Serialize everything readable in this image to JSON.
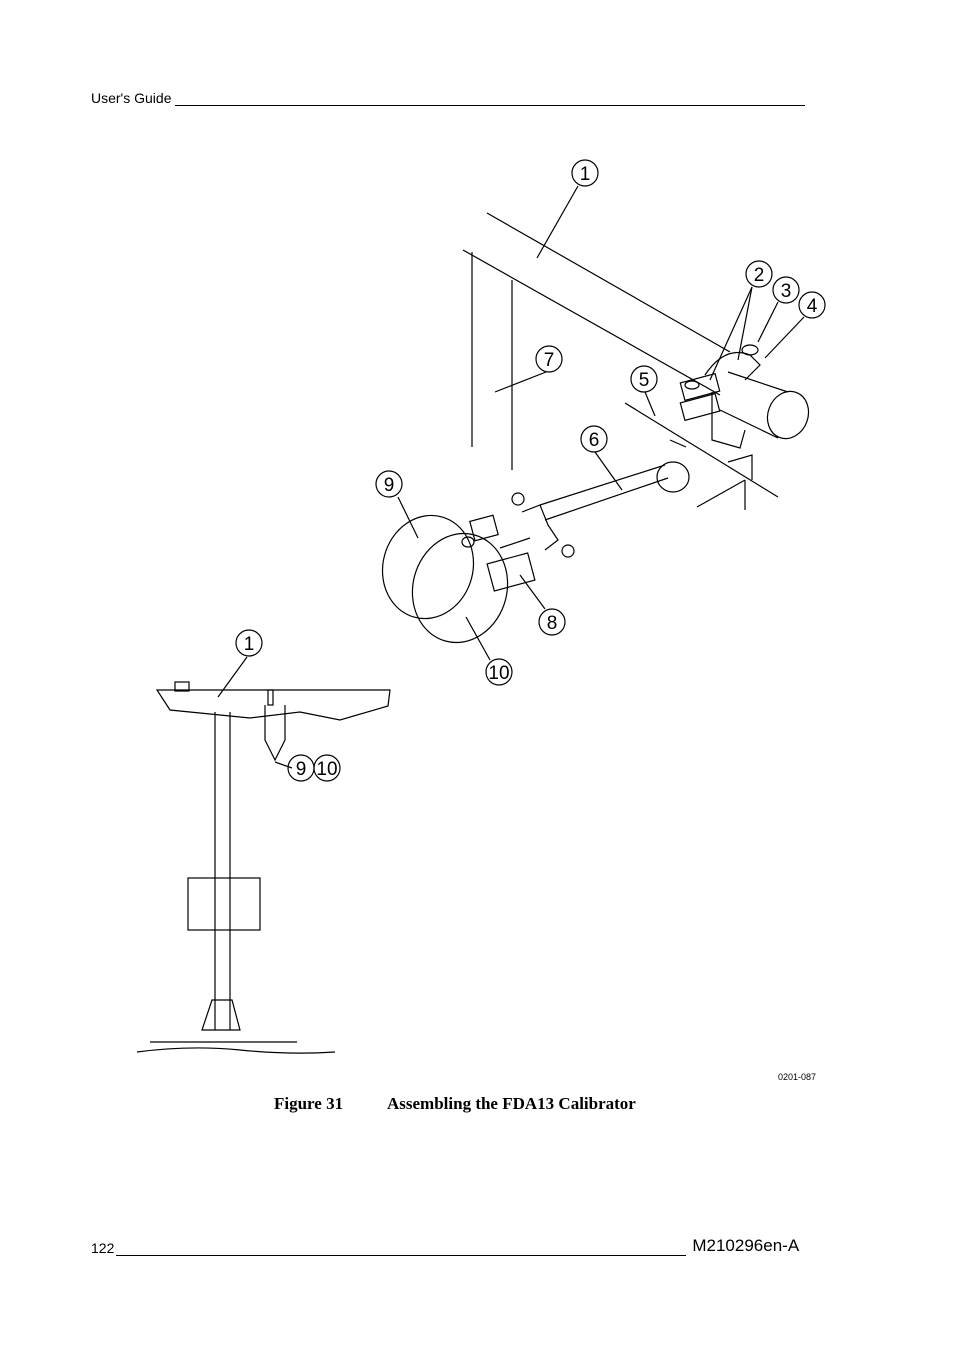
{
  "header": {
    "title": "User's Guide"
  },
  "figure": {
    "code": "0201-087",
    "callouts": [
      "1",
      "2",
      "3",
      "4",
      "5",
      "6",
      "7",
      "8",
      "9",
      "10",
      "1",
      "9",
      "10"
    ]
  },
  "caption": {
    "number": "Figure 31",
    "title": "Assembling the FDA13 Calibrator"
  },
  "footer": {
    "page": "122",
    "doc_id": "M210296en-A"
  }
}
